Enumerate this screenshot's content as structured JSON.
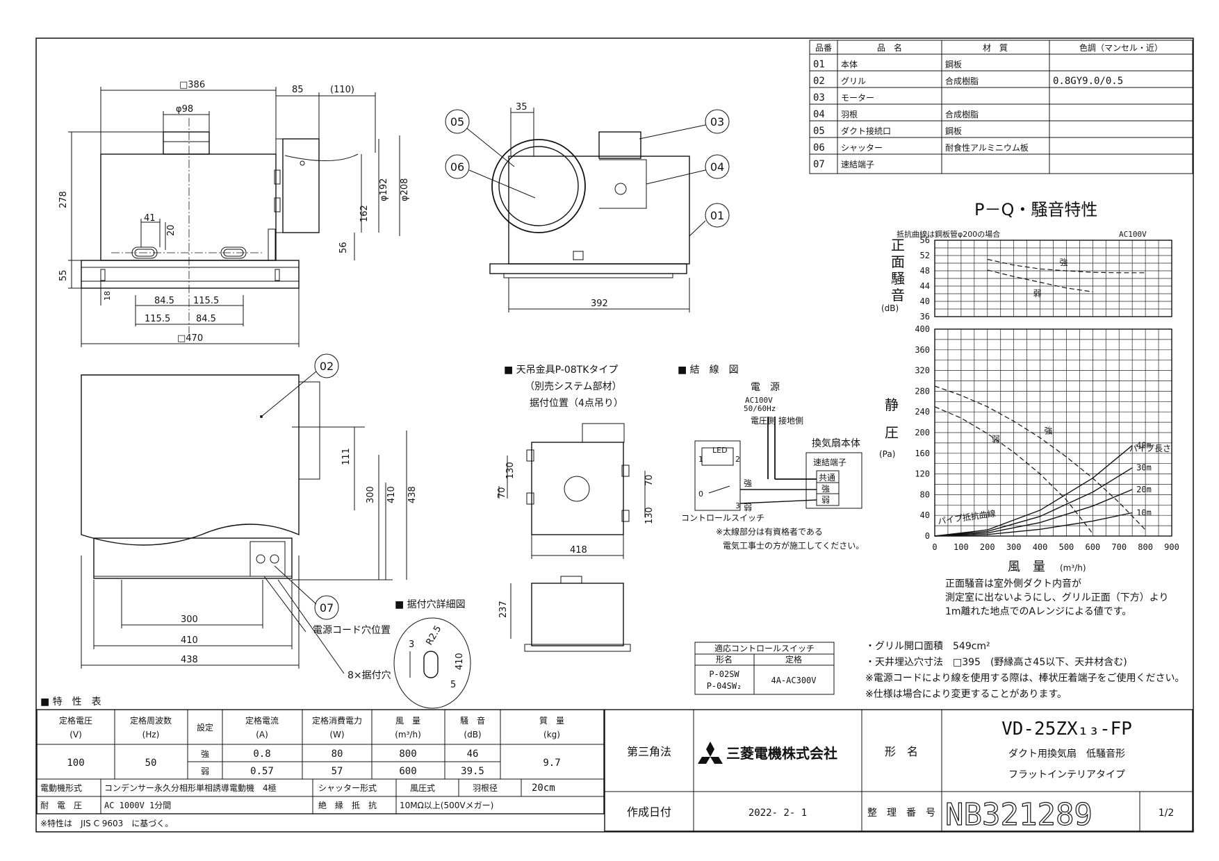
{
  "parts_table": {
    "headers": [
      "品番",
      "品　名",
      "材　質",
      "色調（マンセル・近）"
    ],
    "rows": [
      [
        "01",
        "本体",
        "鋼板",
        ""
      ],
      [
        "02",
        "グリル",
        "合成樹脂",
        "0.8GY9.0/0.5"
      ],
      [
        "03",
        "モーター",
        "",
        ""
      ],
      [
        "04",
        "羽根",
        "合成樹脂",
        ""
      ],
      [
        "05",
        "ダクト接続口",
        "鋼板",
        ""
      ],
      [
        "06",
        "シャッター",
        "耐食性アルミニウム板",
        ""
      ],
      [
        "07",
        "速結端子",
        "",
        ""
      ]
    ]
  },
  "dims_front": {
    "sq386": "□386",
    "d85": "85",
    "d110": "(110)",
    "phi98": "φ98",
    "h278": "278",
    "d41": "41",
    "d20": "20",
    "d162": "162",
    "d56": "56",
    "phi192": "φ192",
    "phi208": "φ208",
    "d55": "55",
    "d18": "18",
    "a845": "84.5",
    "a1155": "115.5",
    "b1155": "115.5",
    "b845": "84.5",
    "sq470": "□470"
  },
  "dims_side": {
    "d35": "35",
    "d392": "392"
  },
  "dims_bottom": {
    "d111": "111",
    "d300v": "300",
    "d410v": "410",
    "d438v": "438",
    "d300": "300",
    "d410": "410",
    "d438": "438"
  },
  "callouts": {
    "c01": "01",
    "c02": "02",
    "c03": "03",
    "c04": "04",
    "c05": "05",
    "c06": "06",
    "c07": "07"
  },
  "bottom_labels": {
    "cord_hole": "電源コード穴位置",
    "mount_holes": "8×据付穴"
  },
  "bracket": {
    "title": "■ 天吊金具P-08TKタイプ",
    "sub1": "（別売システム部材）",
    "sub2": "据付位置（4点吊り）",
    "d70a": "70",
    "d130a": "130",
    "d70b": "70",
    "d130b": "130",
    "d418": "418",
    "d237": "237"
  },
  "hole_detail": {
    "title": "■ 据付穴詳細図",
    "d3": "3",
    "r25": "R2.5",
    "d410": "410",
    "d5": "5"
  },
  "wiring": {
    "title": "■ 結　線　図",
    "power": "電　源",
    "ac": "AC100V",
    "hz": "50/60Hz",
    "side_v": "電圧側",
    "side_g": "接地側",
    "unit": "換気扇本体",
    "terminal": "速結端子",
    "t_common": "共通",
    "t_strong": "強",
    "t_weak": "弱",
    "sw_strong": "強",
    "sw_weak": "弱",
    "n1": "1",
    "n2": "2",
    "n0": "0",
    "n3": "3",
    "led": "LED",
    "switch": "コントロールスイッチ",
    "note1": "※太線部分は有資格者である",
    "note2": "電気工事士の方が施工してください。"
  },
  "control_switch": {
    "title": "適応コントロールスイッチ",
    "h_model": "形名",
    "h_rating": "定格",
    "m1": "P-02SW",
    "m2": "P-04SW₂",
    "rating": "4A-AC300V"
  },
  "chart_data": {
    "type": "line",
    "title": "P－Q・騒音特性",
    "note_top": "抵抗曲線は鋼板管φ200の場合",
    "supply": "AC100V",
    "noise": {
      "ylabel_chars": [
        "正",
        "面",
        "騒",
        "音"
      ],
      "yunit": "(dB)",
      "yticks": [
        "56",
        "52",
        "48",
        "44",
        "40",
        "36"
      ],
      "ylim": [
        36,
        56
      ],
      "xlim": [
        0,
        900
      ],
      "series": [
        {
          "name": "強",
          "x": [
            200,
            300,
            400,
            500,
            600,
            700,
            800
          ],
          "y": [
            51,
            49.5,
            48.5,
            48,
            47.6,
            47.5,
            47.5
          ]
        },
        {
          "name": "弱",
          "x": [
            200,
            300,
            400,
            500,
            600
          ],
          "y": [
            48.2,
            46.5,
            45,
            43.5,
            42.5
          ]
        }
      ]
    },
    "pq": {
      "ylabel_chars": [
        "静",
        "圧"
      ],
      "yunit": "(Pa)",
      "yticks": [
        "400",
        "360",
        "320",
        "280",
        "240",
        "200",
        "160",
        "120",
        "80",
        "40",
        "0"
      ],
      "xticks": [
        "0",
        "100",
        "200",
        "300",
        "400",
        "500",
        "600",
        "700",
        "800",
        "900"
      ],
      "xlabel": "風　量",
      "xunit": "(m³/h)",
      "ylim": [
        0,
        400
      ],
      "xlim": [
        0,
        900
      ],
      "series": [
        {
          "name": "強",
          "x": [
            0,
            100,
            200,
            300,
            400,
            500,
            600,
            700,
            800
          ],
          "y": [
            290,
            272,
            250,
            222,
            190,
            153,
            112,
            65,
            12
          ]
        },
        {
          "name": "弱",
          "x": [
            0,
            100,
            200,
            300,
            400,
            500,
            600
          ],
          "y": [
            250,
            228,
            198,
            162,
            120,
            70,
            5
          ]
        }
      ],
      "pipe_curves_label": "パイプ長さ",
      "pipe_resistance_label": "パイプ抵抗曲線",
      "pipe_curves": [
        {
          "name": "40m",
          "x": [
            0,
            200,
            400,
            600,
            750
          ],
          "y": [
            0,
            12,
            50,
            112,
            175
          ]
        },
        {
          "name": "30m",
          "x": [
            0,
            200,
            400,
            600,
            750
          ],
          "y": [
            0,
            9,
            38,
            85,
            132
          ]
        },
        {
          "name": "20m",
          "x": [
            0,
            200,
            400,
            600,
            750
          ],
          "y": [
            0,
            6,
            26,
            58,
            90
          ]
        },
        {
          "name": "10m",
          "x": [
            0,
            200,
            400,
            600,
            750
          ],
          "y": [
            0,
            3,
            13,
            29,
            45
          ]
        }
      ]
    }
  },
  "chart_notes": {
    "n1": "正面騒音は室外側ダクト内音が",
    "n2": "測定室に出ないようにし、グリル正面（下方）より",
    "n3": "1m離れた地点でのAレンジによる値です。"
  },
  "spec_notes": {
    "grille": "・グリル開口面積　549cm²",
    "ceiling": "・天井埋込穴寸法　□395　(野縁高さ45以下、天井材含む)",
    "cord": "※電源コードにより線を使用する際は、棒状圧着端子をご使用ください。",
    "change": "※仕様は場合により変更することがあります。"
  },
  "specs": {
    "title": "■ 特　性　表",
    "h_voltage": "定格電圧",
    "u_voltage": "(V)",
    "h_freq": "定格周波数",
    "u_freq": "(Hz)",
    "h_setting": "設定",
    "h_current": "定格電流",
    "u_current": "(A)",
    "h_power": "定格消費電力",
    "u_power": "(W)",
    "h_flow": "風　量",
    "u_flow": "(m³/h)",
    "h_noise": "騒　音",
    "u_noise": "(dB)",
    "h_mass": "質　量",
    "u_mass": "(kg)",
    "voltage": "100",
    "freq": "50",
    "mass": "9.7",
    "strong": {
      "label": "強",
      "current": "0.8",
      "power": "80",
      "flow": "800",
      "noise": "46"
    },
    "weak": {
      "label": "弱",
      "current": "0.57",
      "power": "57",
      "flow": "600",
      "noise": "39.5"
    },
    "motor_label": "電動機形式",
    "motor_value": "コンデンサー永久分相形単相誘導電動機　4極",
    "shutter_label": "シャッター形式",
    "shutter_value": "風圧式",
    "blade_label": "羽根径",
    "blade_value": "20cm",
    "withstand_label": "耐　電　圧",
    "withstand_value": "AC 1000V 1分間",
    "insulation_label": "絶　縁　抵　抗",
    "insulation_value": "10MΩ以上(500Vメガー)",
    "footnote": "※特性は　JIS C 9603　に基づく。"
  },
  "title_block": {
    "projection": "第三角法",
    "company": "三菱電機株式会社",
    "model_label": "形　名",
    "model": "VD-25ZX₁₃-FP",
    "desc1": "ダクト用換気扇　低騒音形",
    "desc2": "フラットインテリアタイプ",
    "date_label": "作成日付",
    "date": "2022- 2- 1",
    "number_label": "整　理　番　号",
    "number": "NB321289",
    "page": "1/2"
  }
}
